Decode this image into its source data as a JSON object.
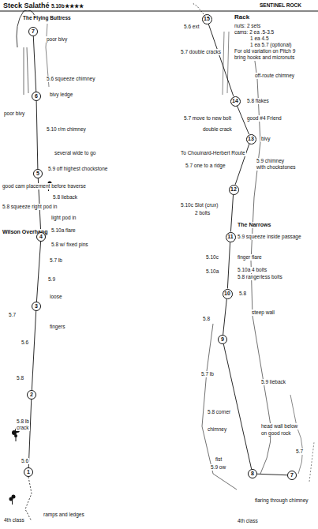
{
  "diagram": {
    "title": "Steck Salathé",
    "nodes": [
      {
        "text": [
          "1"
        ]
      },
      {
        "text": [
          "2"
        ]
      },
      {
        "text": [
          "3"
        ]
      },
      {
        "text": [
          "4"
        ]
      },
      {
        "text": [
          "5"
        ]
      },
      {
        "text": [
          "6"
        ]
      },
      {
        "text": [
          "7"
        ]
      },
      {
        "text": [
          "7"
        ]
      },
      {
        "text": [
          "8"
        ]
      },
      {
        "text": [
          "9"
        ]
      },
      {
        "text": [
          "10"
        ]
      },
      {
        "text": [
          "11"
        ]
      },
      {
        "text": [
          "12"
        ]
      },
      {
        "text": [
          "13"
        ]
      },
      {
        "text": [
          "14"
        ]
      },
      {
        "text": [
          "15"
        ]
      }
    ],
    "edges": [
      {
        "from": 0,
        "to": 1,
        "arrow": "none"
      },
      {
        "from": 1,
        "to": 2,
        "arrow": "none"
      },
      {
        "from": 2,
        "to": 3,
        "arrow": "none"
      },
      {
        "from": 3,
        "to": 4,
        "arrow": "none"
      },
      {
        "from": 4,
        "to": 5,
        "arrow": "none"
      },
      {
        "from": 5,
        "to": 6,
        "arrow": "none"
      },
      {
        "from": 7,
        "to": 8,
        "arrow": "none"
      },
      {
        "from": 8,
        "to": 9,
        "arrow": "none"
      },
      {
        "from": 9,
        "to": 10,
        "arrow": "none"
      },
      {
        "from": 10,
        "to": 11,
        "arrow": "none"
      },
      {
        "from": 11,
        "to": 12,
        "arrow": "none"
      },
      {
        "from": 12,
        "to": 13,
        "arrow": "none"
      },
      {
        "from": 13,
        "to": 14,
        "arrow": "none"
      },
      {
        "from": 14,
        "to": 15,
        "arrow": "none"
      }
    ],
    "labels": [
      "5.10b★★★★",
      "SENTINEL ROCK",
      "Rack",
      "nuts: 2 sets",
      "cams: 2 ea .5-3.5",
      "1 ea 4.5",
      "1 ea 5.7 (optional)",
      "For old variation on Pitch 9",
      "bring hooks and micronuts",
      "The Flying Buttress",
      "poor bivy",
      "5.6 squeeze chimney",
      "bivy ledge",
      "poor bivy",
      "5.10 r/m chimney",
      "several wide to go",
      "5.9 off highest chockstone",
      "good cam placement before traverse",
      "5.8 squeeze right pod in",
      "5.8 lieback",
      "light pod in",
      "Wilson Overhang",
      "5.10a flare",
      "5.8 w/ fixed pins",
      "5.7 lb",
      "5.9",
      "loose",
      "5.7",
      "fingers",
      "5.6",
      "5.8",
      "5.8 lb",
      "crack",
      "5.6",
      "4th class",
      "ramps and ledges",
      "5.6 ext",
      "5.7 double cracks",
      "off-route chimney",
      "5.8 flakes",
      "5.7 move to new bolt",
      "good #4 Friend",
      "double crack",
      "bivy",
      "To Chouinard-Herbert Route",
      "5.7 one to a ridge",
      "5.9 chimney",
      "with chockstones",
      "5.10c Slot (crux)",
      "2 bolts",
      "The Narrows",
      "5.9 squeeze inside passage",
      "5.10c",
      "finger flare",
      "5.10a",
      "5.10a 4 bolts",
      "5.8 rangerless bolts",
      "5.8",
      "steep wall",
      "5.8",
      "5.7 lb",
      "5.9 lieback",
      "5.8 corner",
      "chimney",
      "head wall below",
      "on good rock",
      "fist",
      "5.9 ow",
      "5.7",
      "flaring through chimney",
      "4th class"
    ]
  }
}
